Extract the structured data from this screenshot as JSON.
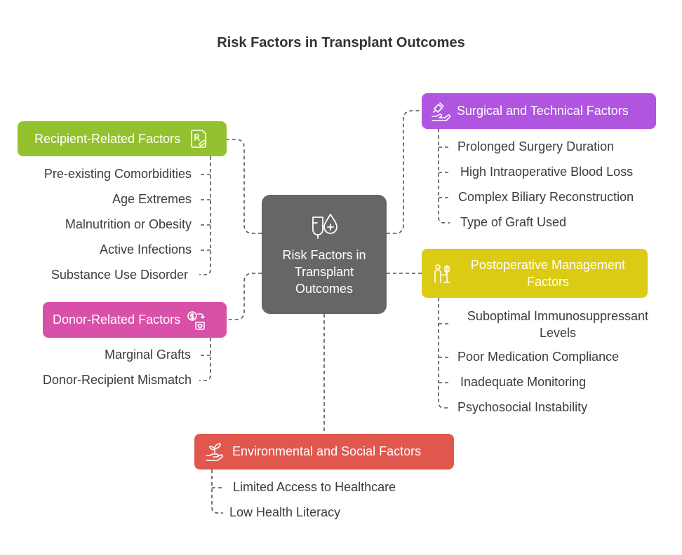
{
  "title": "Risk Factors in Transplant Outcomes",
  "center": {
    "label": "Risk Factors in Transplant Outcomes",
    "icon": "iv-drip-blood-drop-icon"
  },
  "categories": {
    "recipient": {
      "label": "Recipient-Related Factors",
      "icon": "prescription-icon",
      "color": "#93c22e",
      "items": [
        "Pre-existing Comorbidities",
        "Age Extremes",
        "Malnutrition or Obesity",
        "Active Infections",
        "Substance Use Disorder"
      ]
    },
    "surgical": {
      "label": "Surgical and Technical Factors",
      "icon": "syringe-hand-icon",
      "color": "#b055e0",
      "items": [
        "Prolonged Surgery Duration",
        "High Intraoperative Blood Loss",
        "Complex Biliary Reconstruction",
        "Type of Graft Used"
      ]
    },
    "postop": {
      "label": "Postoperative Management Factors",
      "icon": "patient-iv-stand-icon",
      "color": "#dccb14",
      "items": [
        "Suboptimal Immunosuppressant Levels",
        "Poor Medication Compliance",
        "Inadequate Monitoring",
        "Psychosocial Instability"
      ]
    },
    "donor": {
      "label": "Donor-Related Factors",
      "icon": "dollar-heart-transfer-icon",
      "color": "#d950a8",
      "items": [
        "Marginal Grafts",
        "Donor-Recipient Mismatch"
      ]
    },
    "environment": {
      "label": "Environmental and Social Factors",
      "icon": "plant-in-hand-icon",
      "color": "#e0574e",
      "items": [
        "Limited Access to Healthcare",
        "Low Health Literacy"
      ]
    }
  }
}
